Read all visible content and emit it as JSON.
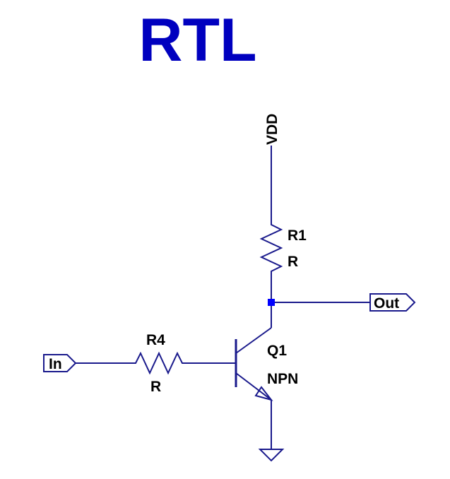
{
  "title": "RTL",
  "colors": {
    "title": "#0000bf",
    "wire": "#1a1a8c",
    "node": "#0000ff",
    "text": "#000000"
  },
  "components": {
    "supply": {
      "label": "VDD"
    },
    "r1": {
      "name": "R1",
      "value": "R"
    },
    "r4": {
      "name": "R4",
      "value": "R"
    },
    "q1": {
      "name": "Q1",
      "type": "NPN"
    },
    "in_port": {
      "label": "In"
    },
    "out_port": {
      "label": "Out"
    },
    "ground": {
      "icon": "ground-icon"
    }
  }
}
